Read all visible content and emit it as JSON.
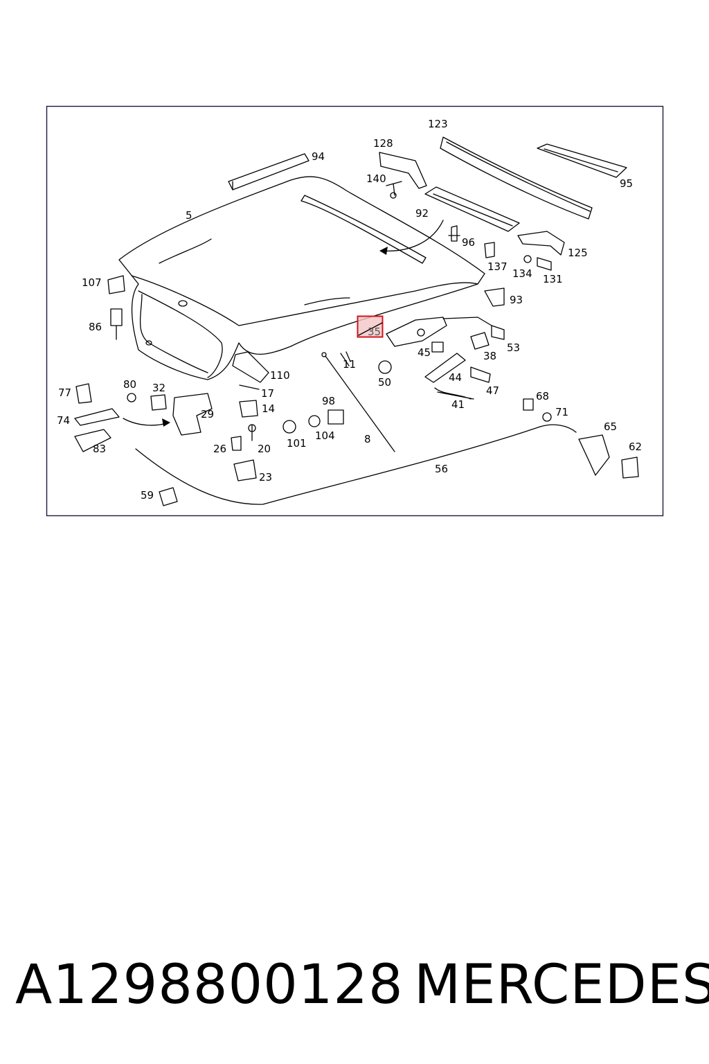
{
  "diagram": {
    "highlighted_part": "35",
    "labels": [
      "123",
      "128",
      "94",
      "95",
      "140",
      "5",
      "92",
      "96",
      "125",
      "137",
      "107",
      "134",
      "131",
      "93",
      "86",
      "35",
      "53",
      "45",
      "38",
      "11",
      "50",
      "110",
      "44",
      "47",
      "77",
      "80",
      "32",
      "17",
      "68",
      "71",
      "41",
      "74",
      "14",
      "98",
      "29",
      "65",
      "62",
      "83",
      "26",
      "20",
      "101",
      "104",
      "8",
      "56",
      "23",
      "59"
    ]
  },
  "caption": {
    "part_number": "A1298800128",
    "brand": "MERCEDES"
  },
  "colors": {
    "highlight_fill": "#f4c6c6",
    "highlight_stroke": "#d2141e",
    "frame": "#1a1a3a"
  }
}
